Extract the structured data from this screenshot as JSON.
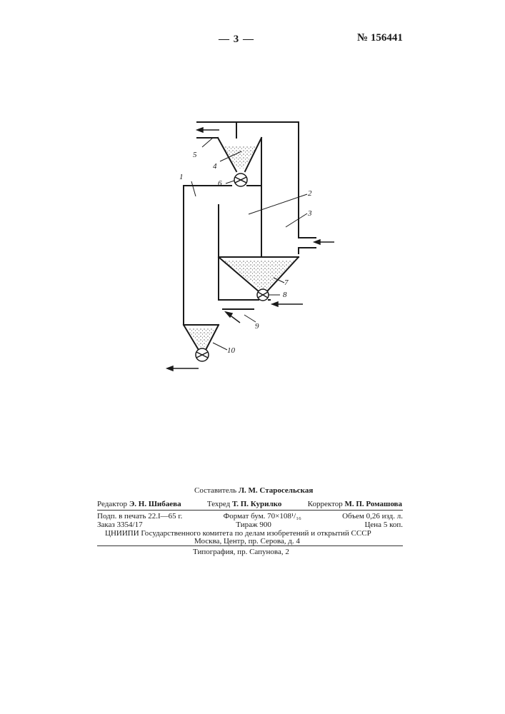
{
  "header": {
    "page_number": "— 3 —",
    "patent_number": "№ 156441"
  },
  "figure": {
    "labels": [
      "1",
      "2",
      "3",
      "4",
      "5",
      "6",
      "7",
      "8",
      "9",
      "10"
    ]
  },
  "imprint": {
    "compiler_prefix": "Составитель",
    "compiler_name": "Л. М. Старосельская",
    "editor_prefix": "Редактор",
    "editor_name": "Э. Н. Шибаева",
    "techred_prefix": "Техред",
    "techred_name": "Т. П. Курилко",
    "corrector_prefix": "Корректор",
    "corrector_name": "М. П. Ромашова",
    "signed": "Подп. в печать 22.I—65 г.",
    "format": "Формат бум. 70×108¹/₁₆",
    "volume": "Объем 0,26 изд. л.",
    "order": "Заказ 3354/17",
    "circulation": "Тираж 900",
    "price": "Цена 5 коп.",
    "organization": "ЦНИИПИ Государственного комитета по делам изобретений и открытий СССР",
    "address": "Москва, Центр, пр. Серова, д. 4",
    "printer": "Типография, пр. Сапунова, 2"
  }
}
